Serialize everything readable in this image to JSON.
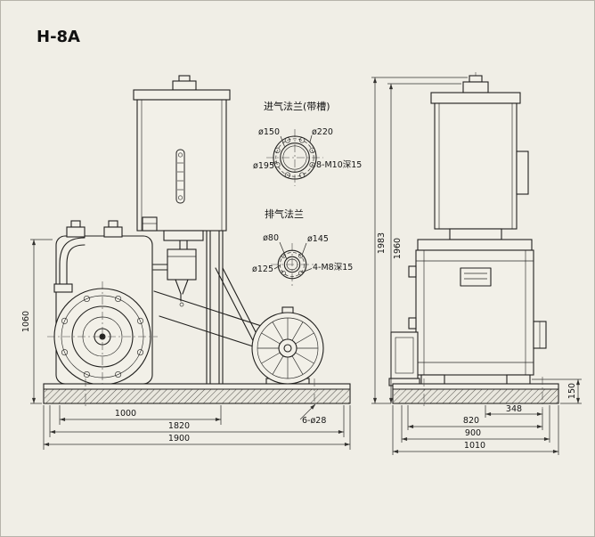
{
  "title": "H-8A",
  "front_view": {
    "dims": {
      "height": "1060",
      "width_inner": "1000",
      "width_mid": "1820",
      "width_total": "1900",
      "anchor_holes": "6-ø28"
    }
  },
  "side_view": {
    "dims": {
      "height_total": "1983",
      "height_body": "1960",
      "base_height": "150",
      "width_offset": "348",
      "width_inner": "820",
      "width_mid": "900",
      "width_total": "1010"
    }
  },
  "intake_flange": {
    "title": "进气法兰(带槽)",
    "bore": "ø150",
    "outer": "ø220",
    "bolt_circle": "ø195",
    "holes": "8-M10深15"
  },
  "exhaust_flange": {
    "title": "排气法兰",
    "bore": "ø80",
    "outer": "ø145",
    "bolt_circle": "ø125",
    "holes": "4-M8深15"
  }
}
